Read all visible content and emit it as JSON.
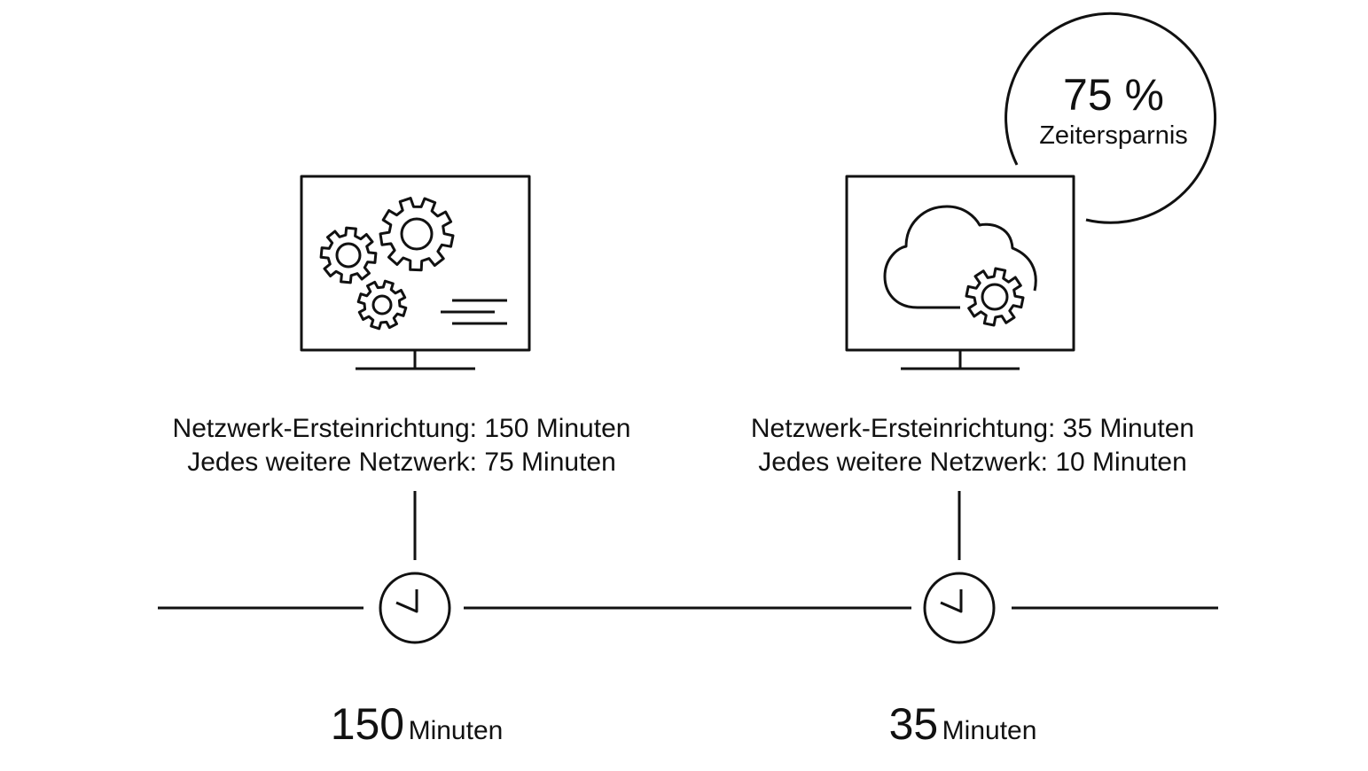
{
  "badge": {
    "percent": "75 %",
    "label": "Zeitersparnis"
  },
  "left": {
    "icon": "monitor-with-gears-icon",
    "line1": "Netzwerk-Ersteinrichtung: 150 Minuten",
    "line2": "Jedes weitere Netzwerk: 75 Minuten",
    "total_value": "150",
    "total_unit": "Minuten"
  },
  "right": {
    "icon": "monitor-with-cloud-gear-icon",
    "line1": "Netzwerk-Ersteinrichtung: 35 Minuten",
    "line2": "Jedes weitere Netzwerk: 10 Minuten",
    "total_value": "35",
    "total_unit": "Minuten"
  },
  "timeline": {
    "markers": [
      "clock-icon",
      "clock-icon"
    ]
  },
  "colors": {
    "stroke": "#111111",
    "background": "#ffffff"
  }
}
